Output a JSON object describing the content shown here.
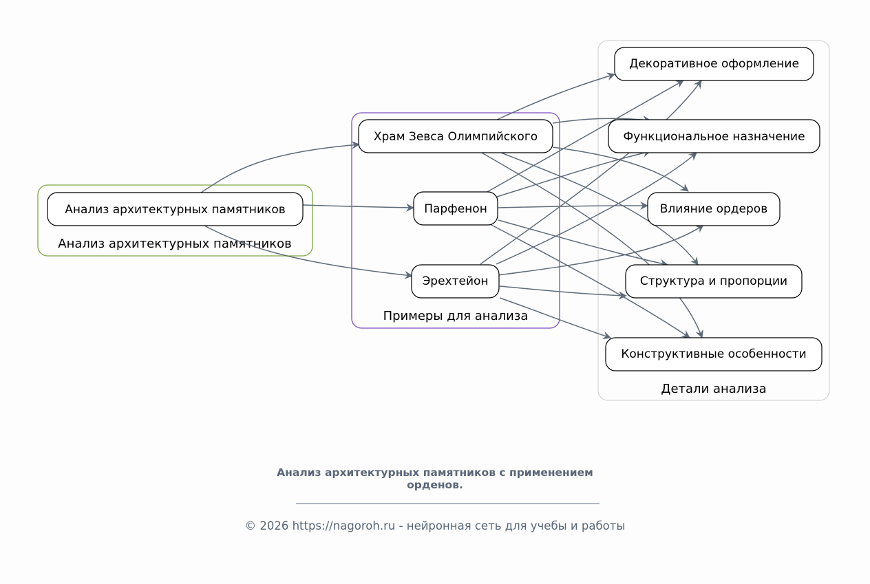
{
  "colors": {
    "edge": "#5f6b7a",
    "cluster_root": "#7fa843",
    "cluster_examples": "#7d4dc4",
    "cluster_details": "#d6d6d6",
    "node_border": "#000000",
    "footer_text": "#5a6678"
  },
  "clusters": {
    "root": {
      "label": "Анализ архитектурных памятников"
    },
    "examples": {
      "label": "Примеры для анализа"
    },
    "details": {
      "label": "Детали анализа"
    }
  },
  "nodes": {
    "root": {
      "label": "Анализ архитектурных памятников"
    },
    "zeus": {
      "label": "Храм Зевса Олимпийского"
    },
    "parthenon": {
      "label": "Парфенон"
    },
    "erechtheion": {
      "label": "Эрехтейон"
    },
    "decor": {
      "label": "Декоративное оформление"
    },
    "function": {
      "label": "Функциональное назначение"
    },
    "orders": {
      "label": "Влияние ордеров"
    },
    "structure": {
      "label": "Структура и пропорции"
    },
    "construct": {
      "label": "Конструктивные особенности"
    }
  },
  "edges": [
    {
      "from": "root",
      "to": "zeus"
    },
    {
      "from": "root",
      "to": "parthenon"
    },
    {
      "from": "root",
      "to": "erechtheion"
    },
    {
      "from": "zeus",
      "to": "decor"
    },
    {
      "from": "zeus",
      "to": "function"
    },
    {
      "from": "zeus",
      "to": "orders"
    },
    {
      "from": "zeus",
      "to": "structure"
    },
    {
      "from": "zeus",
      "to": "construct"
    },
    {
      "from": "parthenon",
      "to": "decor"
    },
    {
      "from": "parthenon",
      "to": "function"
    },
    {
      "from": "parthenon",
      "to": "orders"
    },
    {
      "from": "parthenon",
      "to": "structure"
    },
    {
      "from": "parthenon",
      "to": "construct"
    },
    {
      "from": "erechtheion",
      "to": "decor"
    },
    {
      "from": "erechtheion",
      "to": "function"
    },
    {
      "from": "erechtheion",
      "to": "orders"
    },
    {
      "from": "erechtheion",
      "to": "structure"
    },
    {
      "from": "erechtheion",
      "to": "construct"
    }
  ],
  "footer": {
    "title": "Анализ архитектурных памятников с применением орденов.",
    "copyright": "© 2026 https://nagoroh.ru - нейронная сеть для учебы и работы"
  }
}
